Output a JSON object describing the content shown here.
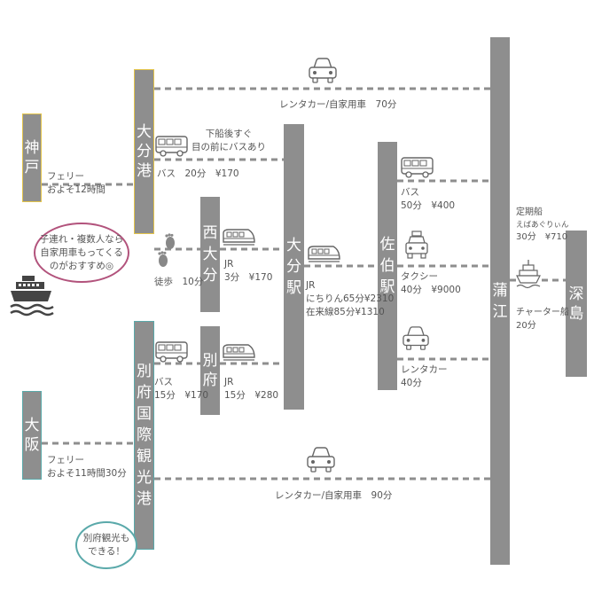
{
  "stations": {
    "kobe": "神戸",
    "osaka": "大阪",
    "oita_port": "大分港",
    "beppu_port": "別府国際観光港",
    "nishi_oita": "西大分",
    "beppu": "別府",
    "oita_station": "大分駅",
    "saiki_station": "佐伯駅",
    "kamae": "蒲江",
    "fukashima": "深島"
  },
  "routes": {
    "kobe_ferry": [
      "フェリー",
      "およそ12時間"
    ],
    "osaka_ferry": [
      "フェリー",
      "およそ11時間30分"
    ],
    "oita_port_bus": [
      "バス　20分　¥170"
    ],
    "oita_port_bus_note": [
      "下船後すぐ",
      "目の前にバスあり"
    ],
    "rental_top": "レンタカー/自家用車　70分",
    "rental_bottom": "レンタカー/自家用車　90分",
    "walk": "徒歩　10分",
    "nishi_oita_jr": [
      "JR",
      "3分　¥170"
    ],
    "beppu_port_bus": [
      "バス",
      "15分　¥170"
    ],
    "beppu_jr": [
      "JR",
      "15分　¥280"
    ],
    "oita_jr": [
      "JR",
      "にちりん65分¥2310",
      "在来線85分¥1310"
    ],
    "saiki_bus": [
      "バス",
      "50分　¥400"
    ],
    "saiki_taxi": [
      "タクシー",
      "40分　¥9000"
    ],
    "saiki_rental": [
      "レンタカー",
      "40分"
    ],
    "regular_ship": [
      "定期船",
      "えばあぐりぃん",
      "30分　¥710"
    ],
    "charter_ship": [
      "チャーター船",
      "20分"
    ]
  },
  "bubbles": {
    "family_note": [
      "子連れ・複数人なら",
      "自家用車もってくる",
      "のがおすすめ◎"
    ],
    "beppu_note": [
      "別府観光も",
      "できる！"
    ]
  },
  "colors": {
    "bar": "#8e8e8e",
    "line": "#8e8e8e",
    "kobe_border": "#e3c44a",
    "teal_border": "#5aa9aa",
    "bubble_pink": "#b2537c",
    "bubble_teal": "#5aa9aa"
  },
  "icons": [
    "car-icon",
    "bus-icon",
    "train-icon",
    "taxi-icon",
    "footprints-icon",
    "ferry-icon",
    "ship-icon"
  ]
}
